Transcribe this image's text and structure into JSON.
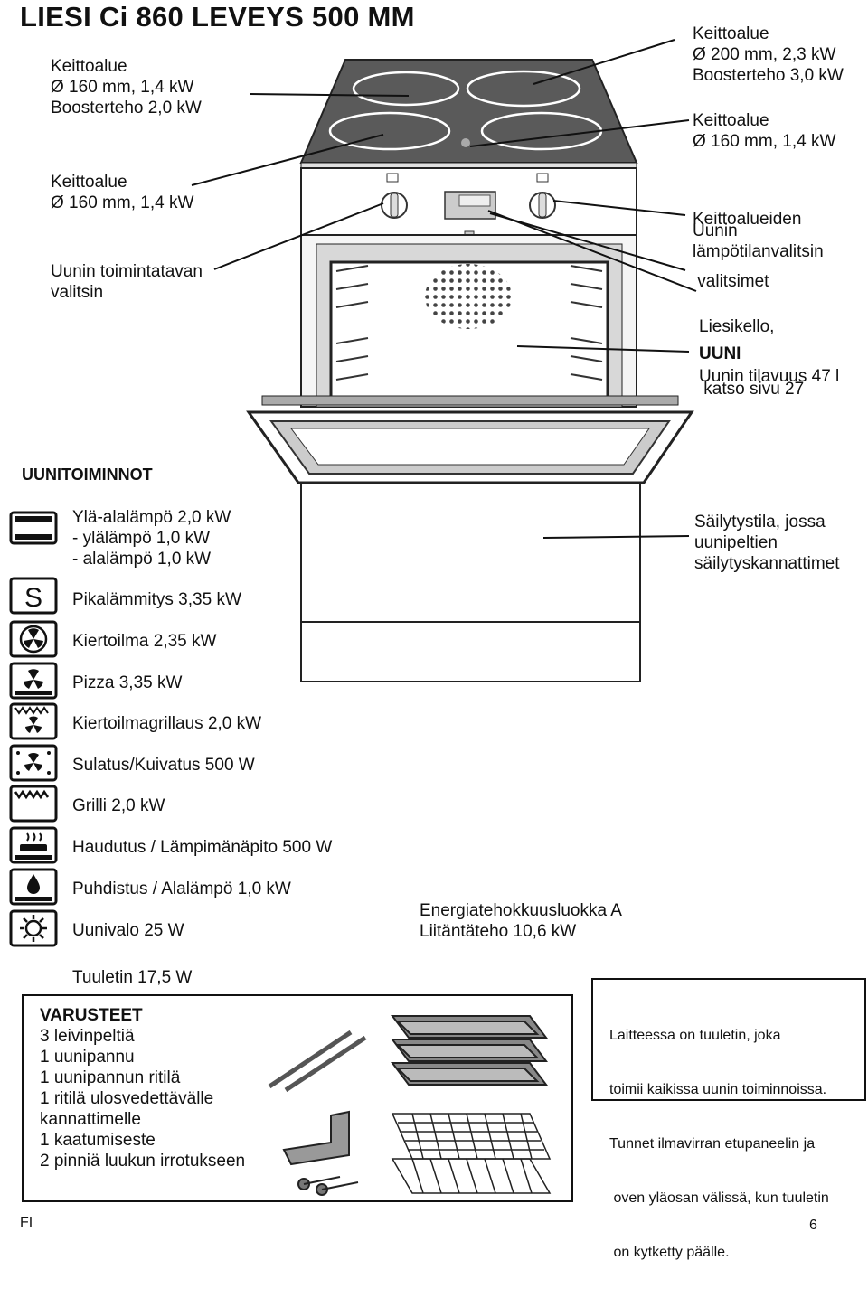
{
  "title": "LIESI Ci 860 LEVEYS 500 MM",
  "left_labels": {
    "zone_back_left": [
      "Keittoalue",
      "Ø 160 mm, 1,4 kW",
      "Boosterteho 2,0 kW"
    ],
    "zone_front_left": [
      "Keittoalue",
      "Ø 160 mm, 1,4 kW"
    ],
    "function_selector": [
      "Uunin toimintatavan",
      "valitsin"
    ]
  },
  "right_labels": {
    "zone_back_right": [
      "Keittoalue",
      "Ø 200 mm, 2,3 kW",
      "Boosterteho 3,0 kW"
    ],
    "zone_front_right": [
      "Keittoalue",
      "Ø 160 mm, 1,4 kW"
    ],
    "zone_selectors": [
      "Keittoalueiden",
      " valitsimet"
    ],
    "temp_selector": [
      "Uunin",
      "lämpötilanvalitsin"
    ],
    "timer": [
      "Liesikello,",
      " katso sivu 27"
    ],
    "oven_title": "UUNI",
    "oven_volume": "Uunin tilavuus 47 l",
    "storage": [
      "Säilytystila, jossa",
      "uunipeltien",
      "säilytyskannattimet"
    ]
  },
  "functions": {
    "heading": "UUNITOIMINNOT",
    "items": [
      {
        "icon": "top-bottom-heat-icon",
        "lines": [
          "Ylä-alalämpö 2,0 kW",
          "- ylälämpö 1,0 kW",
          "- alalämpö 1,0 kW"
        ]
      },
      {
        "icon": "rapid-heat-icon",
        "lines": [
          "Pikalämmitys 3,35 kW"
        ]
      },
      {
        "icon": "fan-oven-icon",
        "lines": [
          "Kiertoilma 2,35 kW"
        ]
      },
      {
        "icon": "pizza-icon",
        "lines": [
          "Pizza 3,35 kW"
        ]
      },
      {
        "icon": "fan-grill-icon",
        "lines": [
          "Kiertoilmagrillaus 2,0 kW"
        ]
      },
      {
        "icon": "defrost-icon",
        "lines": [
          "Sulatus/Kuivatus 500 W"
        ]
      },
      {
        "icon": "grill-icon",
        "lines": [
          "Grilli 2,0 kW"
        ]
      },
      {
        "icon": "keep-warm-icon",
        "lines": [
          "Haudutus / Lämpimänäpito 500 W"
        ]
      },
      {
        "icon": "cleaning-icon",
        "lines": [
          "Puhdistus / Alalämpö 1,0 kW"
        ]
      },
      {
        "icon": "oven-light-icon",
        "lines": [
          "Uunivalo 25 W"
        ]
      }
    ],
    "fan": "Tuuletin 17,5 W"
  },
  "energy": [
    "Energiatehokkuusluokka A",
    "Liitäntäteho 10,6 kW"
  ],
  "accessories": {
    "heading": "VARUSTEET",
    "items": [
      "3 leivinpeltiä",
      "1 uunipannu",
      "1 uunipannun ritilä",
      "1 ritilä ulosvedettävälle",
      "kannattimelle",
      "1 kaatumiseste",
      "2 pinniä luukun irrotukseen"
    ]
  },
  "fan_note": [
    "Laitteessa on tuuletin, joka",
    "toimii kaikissa uunin toiminnoissa.",
    "Tunnet ilmavirran etupaneelin ja",
    " oven yläosan välissä, kun tuuletin",
    " on kytketty päälle."
  ],
  "footer": {
    "lang": "FI",
    "page": "6"
  }
}
